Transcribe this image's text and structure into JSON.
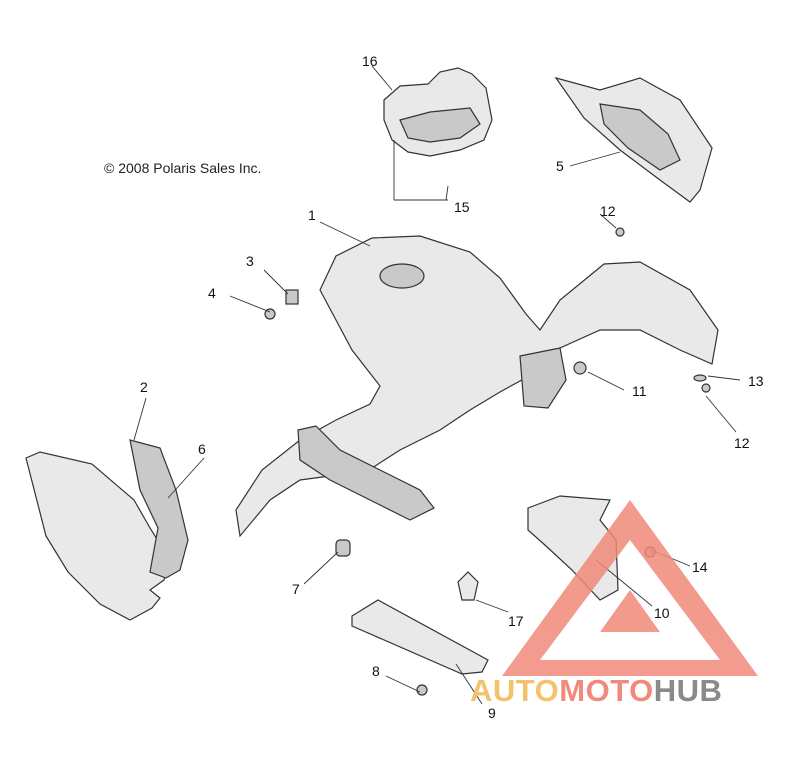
{
  "copyright": "© 2008 Polaris Sales Inc.",
  "callouts": [
    "1",
    "2",
    "3",
    "4",
    "5",
    "6",
    "7",
    "8",
    "9",
    "10",
    "11",
    "12",
    "12",
    "13",
    "14",
    "15",
    "16",
    "17"
  ],
  "watermark": {
    "part1": "AUTO",
    "part2": "MOTO",
    "part3": "HUB",
    "colors": {
      "auto": "#f5c26b",
      "moto": "#f08a7a",
      "hub": "#8a8a8a",
      "triangle": "#f08a7a"
    }
  }
}
